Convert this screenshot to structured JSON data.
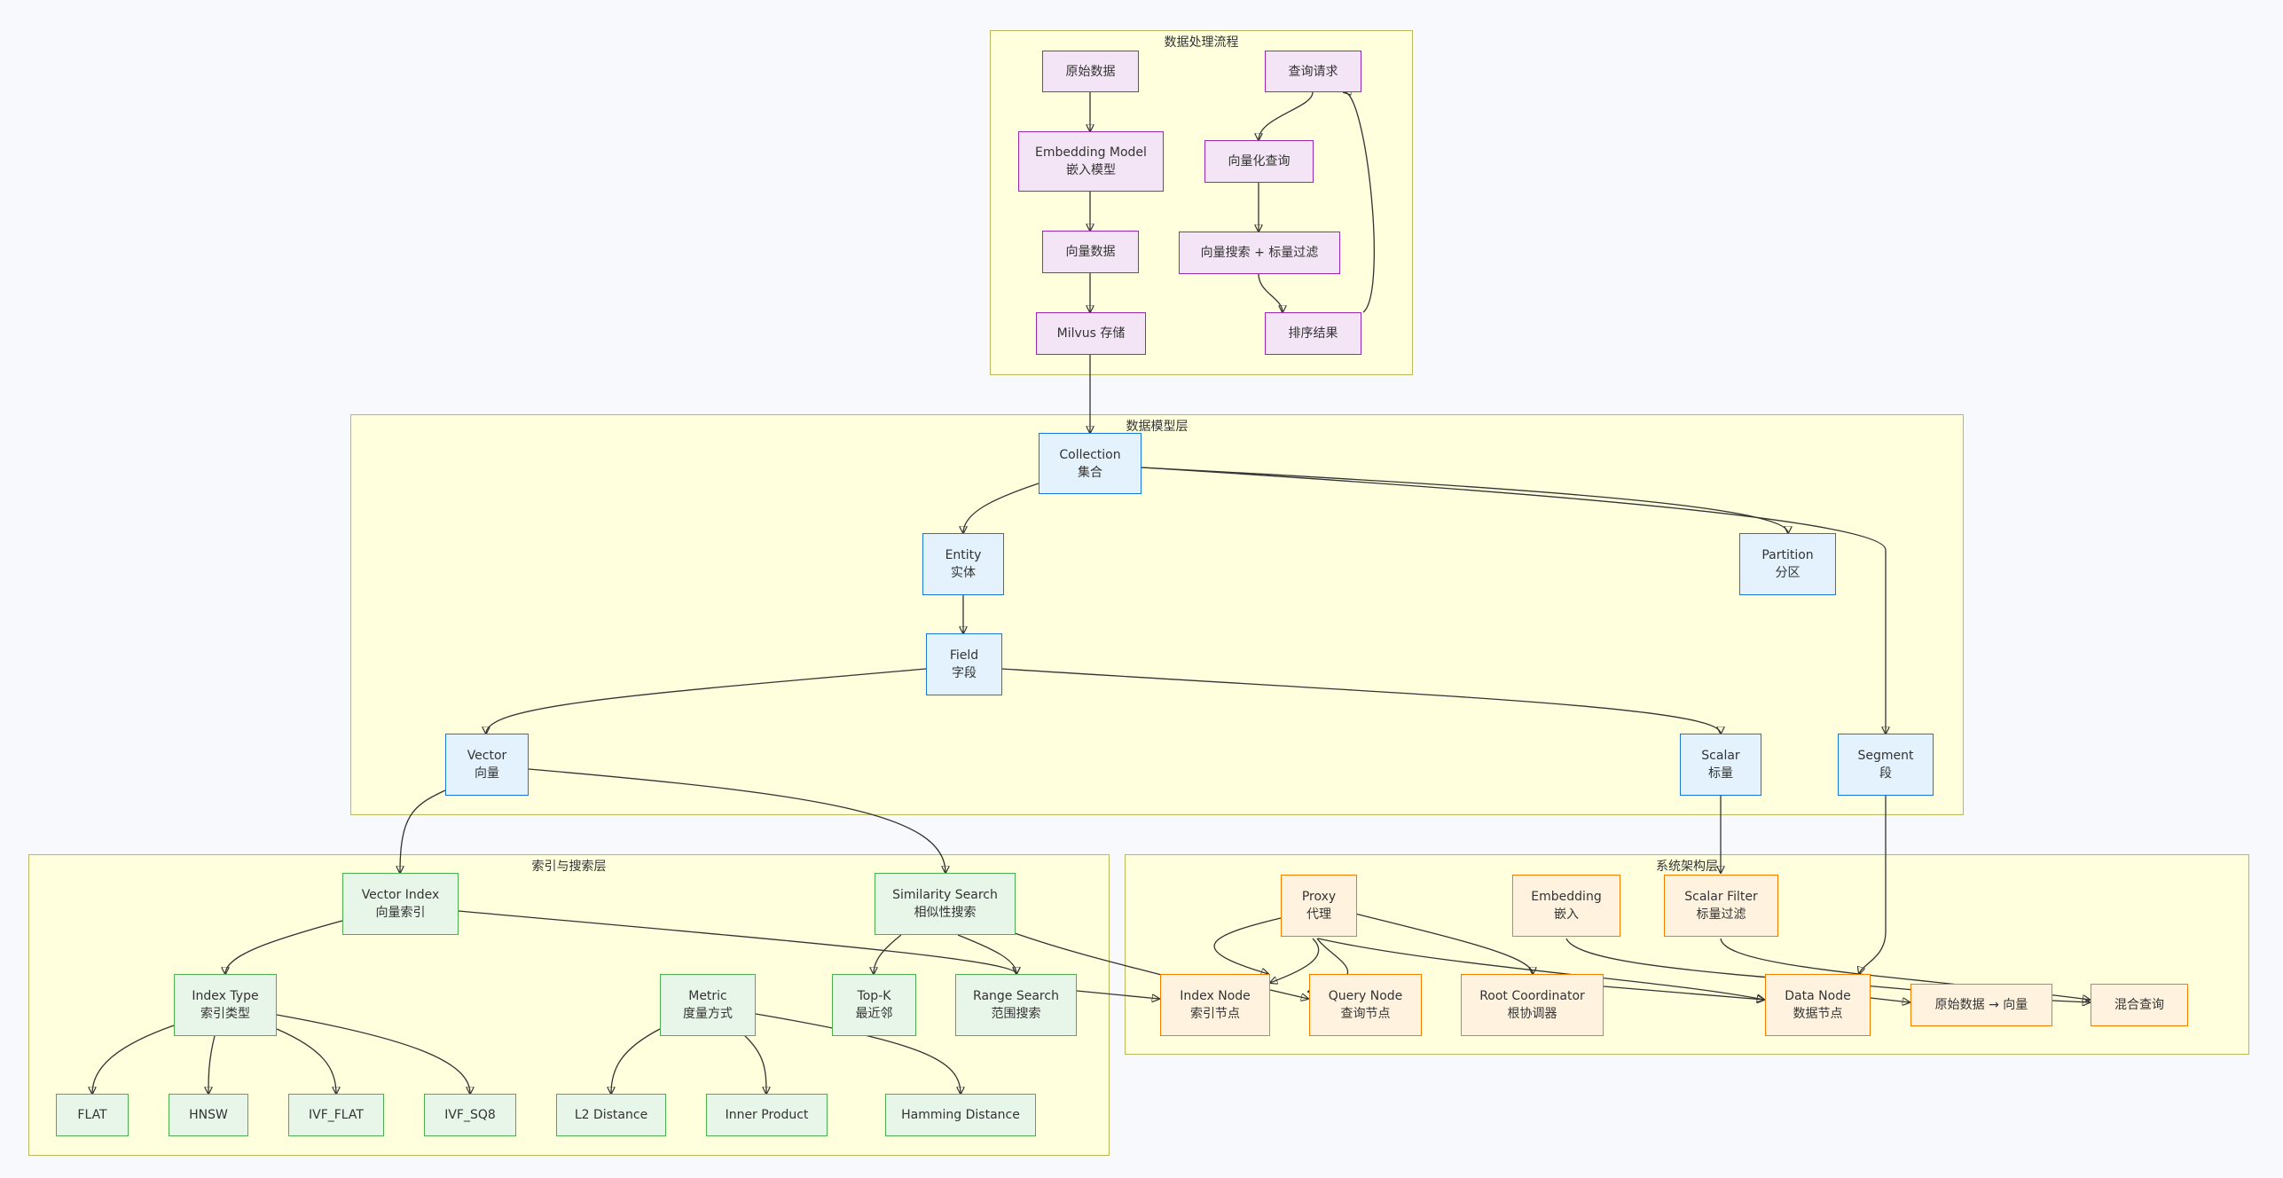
{
  "clusters": {
    "flow": "数据处理流程",
    "model": "数据模型层",
    "index": "索引与搜索层",
    "arch": "系统架构层"
  },
  "nodes": {
    "raw_data": [
      "原始数据"
    ],
    "embedding_model": [
      "Embedding Model",
      "嵌入模型"
    ],
    "vector_data": [
      "向量数据"
    ],
    "milvus_store": [
      "Milvus 存储"
    ],
    "query_request": [
      "查询请求"
    ],
    "vectorize_query": [
      "向量化查询"
    ],
    "vector_scalar_search": [
      "向量搜索 + 标量过滤"
    ],
    "rank_results": [
      "排序结果"
    ],
    "collection": [
      "Collection",
      "集合"
    ],
    "entity": [
      "Entity",
      "实体"
    ],
    "partition": [
      "Partition",
      "分区"
    ],
    "field": [
      "Field",
      "字段"
    ],
    "vector": [
      "Vector",
      "向量"
    ],
    "scalar": [
      "Scalar",
      "标量"
    ],
    "segment": [
      "Segment",
      "段"
    ],
    "vector_index": [
      "Vector Index",
      "向量索引"
    ],
    "similarity_search": [
      "Similarity Search",
      "相似性搜索"
    ],
    "index_type": [
      "Index Type",
      "索引类型"
    ],
    "metric": [
      "Metric",
      "度量方式"
    ],
    "top_k": [
      "Top-K",
      "最近邻"
    ],
    "range_search": [
      "Range Search",
      "范围搜索"
    ],
    "flat": [
      "FLAT"
    ],
    "hnsw": [
      "HNSW"
    ],
    "ivf_flat": [
      "IVF_FLAT"
    ],
    "ivf_sq8": [
      "IVF_SQ8"
    ],
    "l2": [
      "L2 Distance"
    ],
    "inner_product": [
      "Inner Product"
    ],
    "hamming": [
      "Hamming Distance"
    ],
    "proxy": [
      "Proxy",
      "代理"
    ],
    "embedding": [
      "Embedding",
      "嵌入"
    ],
    "scalar_filter": [
      "Scalar Filter",
      "标量过滤"
    ],
    "index_node": [
      "Index Node",
      "索引节点"
    ],
    "query_node": [
      "Query Node",
      "查询节点"
    ],
    "root_coord": [
      "Root Coordinator",
      "根协调器"
    ],
    "data_node": [
      "Data Node",
      "数据节点"
    ],
    "raw_to_vector": [
      "原始数据 → 向量"
    ],
    "hybrid_query": [
      "混合查询"
    ]
  }
}
